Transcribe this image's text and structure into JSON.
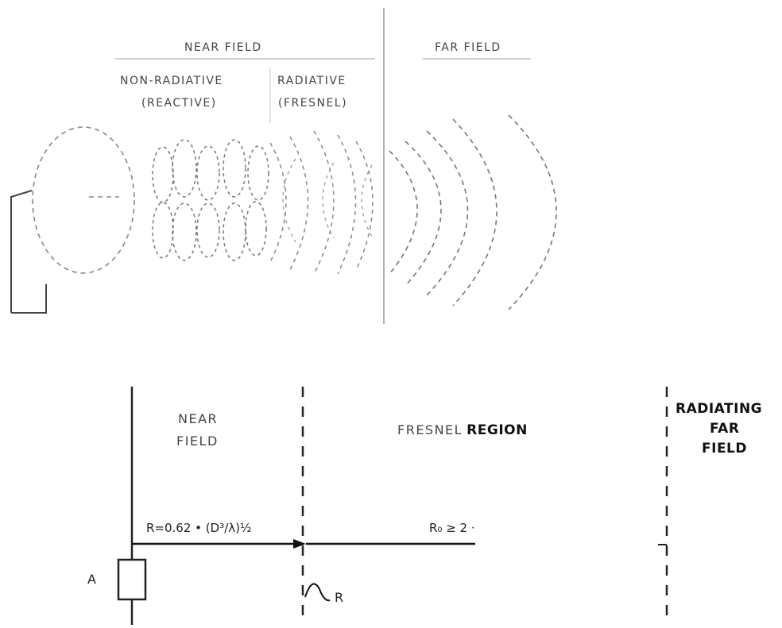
{
  "top": {
    "near_field": "NEAR FIELD",
    "far_field": "FAR FIELD",
    "non_radiative": "NON-RADIATIVE",
    "reactive": "(REACTIVE)",
    "radiative": "RADIATIVE",
    "fresnel": "(FRESNEL)"
  },
  "bottom": {
    "near": "NEAR",
    "field": "FIELD",
    "fresnel_word": "FRESNEL",
    "region_word": "REGION",
    "radiating": "RADIATING",
    "far": "FAR",
    "far_field_word": "FIELD",
    "formula_r": "R=0.62 • (D³/λ)½",
    "formula_r0": "R₀ ≥ 2 ·",
    "r_label": "R",
    "antenna_label": "A"
  }
}
